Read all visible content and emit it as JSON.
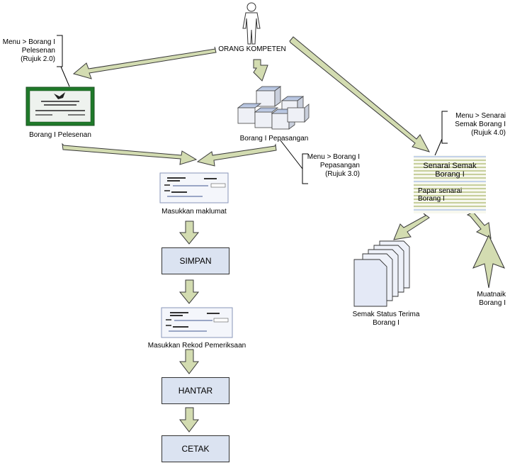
{
  "actor": {
    "label": "ORANG KOMPETEN",
    "icon": "person-icon"
  },
  "nodes": {
    "borang_pelesenan": {
      "label": "Borang I Pelesenan",
      "icon": "certificate-icon"
    },
    "borang_pepasangan": {
      "label": "Borang I Pepasangan",
      "icon": "cubes-icon"
    },
    "masukkan_maklumat": {
      "label": "Masukkan maklumat",
      "icon": "form-icon"
    },
    "simpan": {
      "label": "SIMPAN"
    },
    "masukkan_rekod": {
      "label": "Masukkan Rekod Pemeriksaan",
      "icon": "form-icon"
    },
    "hantar": {
      "label": "HANTAR"
    },
    "cetak": {
      "label": "CETAK"
    },
    "senarai": {
      "title_line1": "Senarai Semak",
      "title_line2": "Borang I",
      "sub_line1": "Papar senarai",
      "sub_line2": "Borang I",
      "icon": "list-icon"
    },
    "semak_status": {
      "label_line1": "Semak Status Terima",
      "label_line2": "Borang I",
      "icon": "documents-icon"
    },
    "muatnaik": {
      "label_line1": "Muatnaik",
      "label_line2": "Borang I",
      "icon": "upload-icon"
    }
  },
  "notes": {
    "rujuk2": {
      "line1": "Menu > Borang I",
      "line2": "Pelesenan",
      "line3": "(Rujuk 2.0)"
    },
    "rujuk3": {
      "line1": "Menu > Borang I",
      "line2": "Pepasangan",
      "line3": "(Rujuk 3.0)"
    },
    "rujuk4": {
      "line1": "Menu > Senarai",
      "line2": "Semak Borang I",
      "line3": "(Rujuk 4.0)"
    }
  },
  "colors": {
    "arrow_fill": "#d3dcb1",
    "arrow_stroke": "#3a3a3a",
    "box_fill": "#dbe3f1",
    "certificate_border": "#1f7a2a",
    "list_stripe_green": "#c7cf9c",
    "list_stripe_blue": "#c3d2ea"
  }
}
